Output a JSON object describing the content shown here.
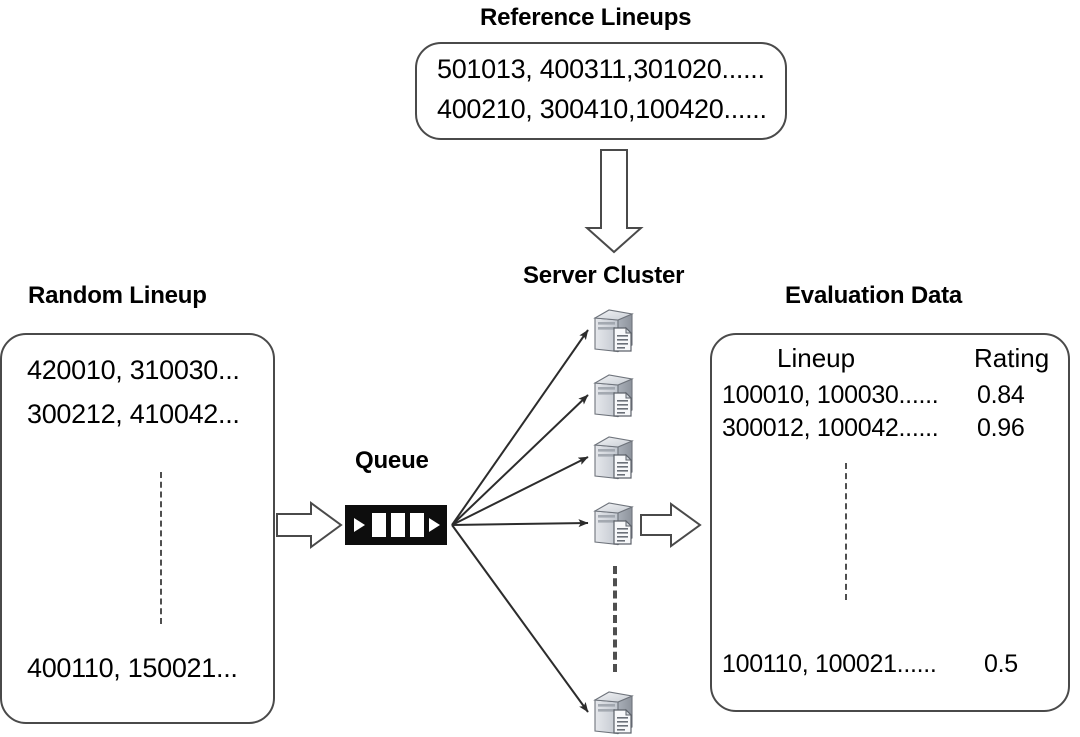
{
  "diagram": {
    "title_reference": "Reference Lineups",
    "title_random": "Random Lineup",
    "title_server": "Server Cluster",
    "title_evaluation": "Evaluation Data",
    "title_queue": "Queue"
  },
  "reference_lineups": {
    "rows": [
      "501013, 400311,301020......",
      "400210, 300410,100420......"
    ]
  },
  "random_lineup": {
    "rows": [
      "420010,  310030...",
      "300212, 410042...",
      "400110,  150021..."
    ]
  },
  "evaluation_data": {
    "headers": [
      "Lineup",
      "Rating"
    ],
    "rows": [
      {
        "lineup": "100010, 100030......",
        "rating": "0.84"
      },
      {
        "lineup": "300012, 100042......",
        "rating": "0.96"
      },
      {
        "lineup": "100110, 100021......",
        "rating": "0.5"
      }
    ]
  },
  "server_cluster": {
    "count_visible": 5,
    "icon_name": "server-icon"
  },
  "icons": {
    "queue": "queue-icon",
    "arrow_down": "arrow-down-hollow-icon",
    "arrow_right_in": "arrow-right-hollow-icon",
    "arrow_right_out": "arrow-right-hollow-icon"
  },
  "colors": {
    "stroke": "#4a4a4a",
    "text": "#000000",
    "queue_fill": "#0d0d0d",
    "server_light": "#e3e5e8",
    "server_mid": "#b9bec6",
    "server_dark": "#8d939c",
    "background": "#ffffff"
  }
}
